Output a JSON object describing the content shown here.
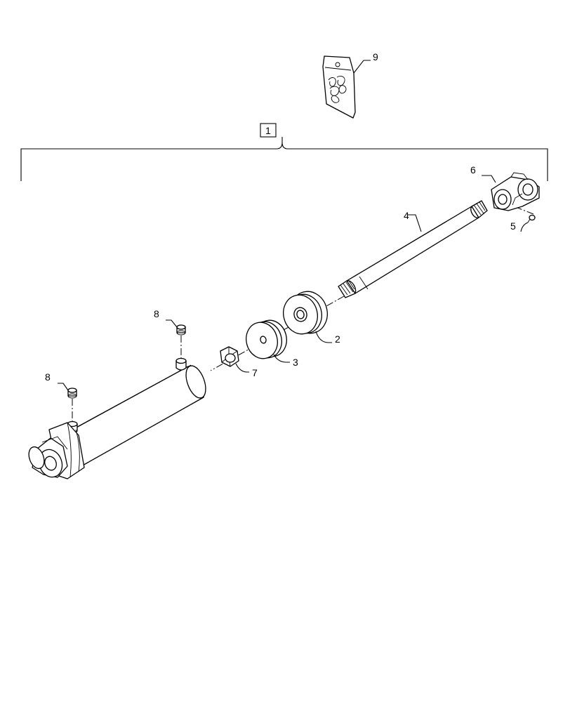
{
  "callouts": [
    {
      "id": "p9",
      "number": "9"
    },
    {
      "id": "p1",
      "number": "1"
    },
    {
      "id": "p6",
      "number": "6"
    },
    {
      "id": "p4",
      "number": "4"
    },
    {
      "id": "p5",
      "number": "5"
    },
    {
      "id": "p2",
      "number": "2"
    },
    {
      "id": "p3",
      "number": "3"
    },
    {
      "id": "p7",
      "number": "7"
    },
    {
      "id": "p8a",
      "number": "8"
    },
    {
      "id": "p8b",
      "number": "8"
    }
  ]
}
